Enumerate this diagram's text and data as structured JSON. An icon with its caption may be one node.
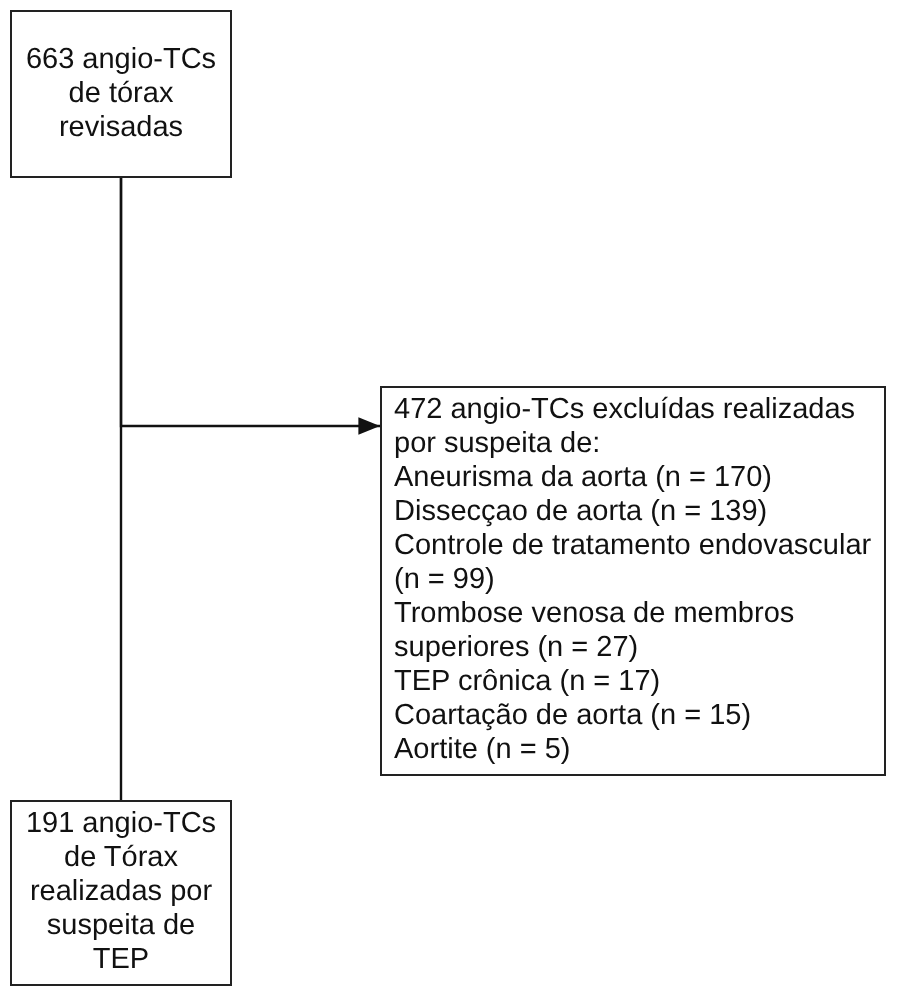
{
  "diagram": {
    "nodes": [
      {
        "text": [
          "663 angio-TCs de tórax revisadas"
        ]
      },
      {
        "text": [
          "472 angio-TCs excluídas realizadas por suspeita de:",
          "Aneurisma da aorta (n = 170)",
          "Dissecçao de aorta (n = 139)",
          "Controle de tratamento endovascular (n = 99)",
          "Trombose venosa de membros superiores (n = 27)",
          "TEP crônica (n = 17)",
          "Coartação de aorta (n = 15)",
          "Aortite (n = 5)"
        ]
      },
      {
        "text": [
          "191 angio-TCs de Tórax realizadas por suspeita de TEP"
        ]
      }
    ],
    "edges": [
      {
        "from": 0,
        "to": 1,
        "arrow": "to"
      },
      {
        "from": 0,
        "to": 2,
        "arrow": "none"
      }
    ]
  }
}
